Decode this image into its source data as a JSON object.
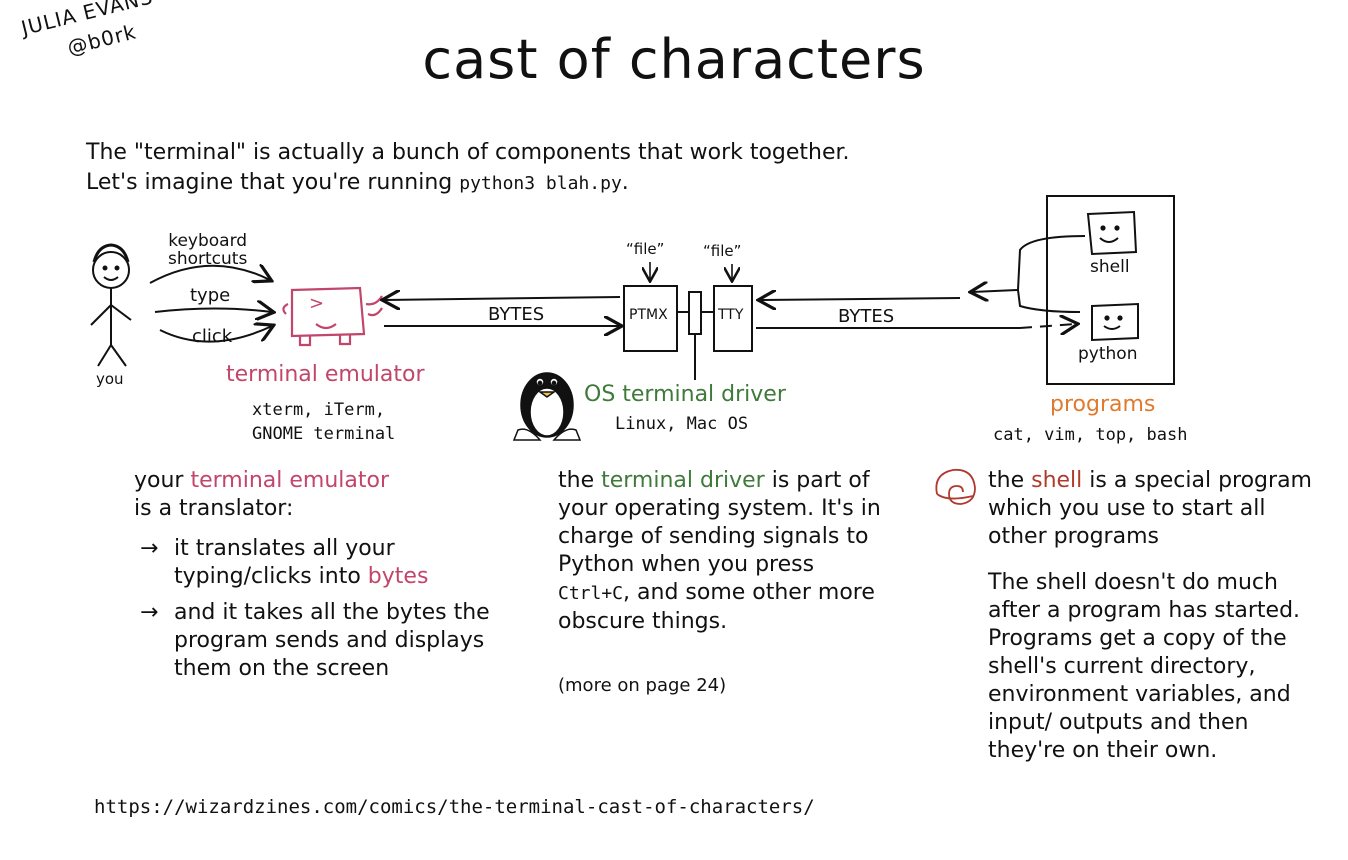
{
  "author": {
    "line1": "JULIA EVANS",
    "line2": "@b0rk"
  },
  "title": "cast of characters",
  "intro": {
    "line1": "The \"terminal\" is actually a bunch of components that work together.",
    "line2_prefix": "Let's imagine that you're running ",
    "line2_code": "python3 blah.py",
    "line2_suffix": "."
  },
  "diagram": {
    "you_label": "you",
    "keyboard_label_1": "keyboard",
    "keyboard_label_2": "shortcuts",
    "type_label": "type",
    "click_label": "click",
    "prompt_glyph": ">",
    "emulator": {
      "name": "terminal emulator",
      "examples_1": "xterm, iTerm,",
      "examples_2": "GNOME terminal"
    },
    "bytes_left": "BYTES",
    "bytes_right": "BYTES",
    "file_left": "“file”",
    "file_right": "“file”",
    "ptmx": "PTMX",
    "tty": "TTY",
    "driver": {
      "name": "OS terminal driver",
      "examples": "Linux, Mac OS"
    },
    "shell": "shell",
    "python": "python",
    "programs": {
      "name": "programs",
      "examples": "cat, vim, top, bash"
    }
  },
  "col1": {
    "p1_a": "your ",
    "p1_b": "terminal emulator",
    "p1_c": "is a translator:",
    "arrow": "→",
    "b1_a": "it translates all your typing/clicks into ",
    "b1_b": "bytes",
    "b2": "and it takes all the bytes the program sends and displays them on the screen"
  },
  "col2": {
    "p1_a": "the ",
    "p1_b": "terminal driver",
    "p1_c": " is part of your operating system. It's in charge of sending signals to Python when you press ",
    "p1_code": "Ctrl+C",
    "p1_d": ", and some other more obscure things.",
    "more": "(more on page 24)"
  },
  "col3": {
    "p1_a": "the ",
    "p1_b": "shell",
    "p1_c": " is a special program which you use to start all other programs",
    "p2": "The shell doesn't do much after a program has started. Programs get a copy of the shell's current directory, environment variables, and input/ outputs and then they're on their own."
  },
  "footer": "https://wizardzines.com/comics/the-terminal-cast-of-characters/",
  "colors": {
    "emulator": "#c2456b",
    "driver": "#3f7a3a",
    "programs": "#e07a2e",
    "shell": "#b03a2e"
  }
}
